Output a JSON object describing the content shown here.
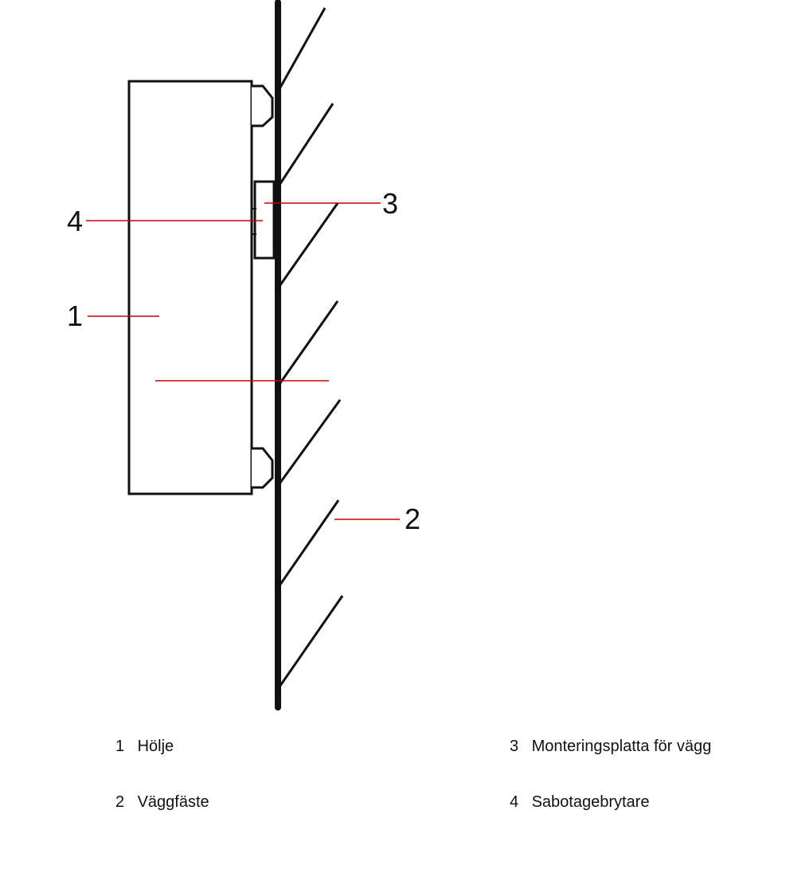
{
  "callouts": {
    "c1": "1",
    "c2": "2",
    "c3": "3",
    "c4": "4"
  },
  "legend": [
    {
      "number": "1",
      "label": "Hölje"
    },
    {
      "number": "2",
      "label": "Väggfäste"
    },
    {
      "number": "3",
      "label": "Monteringsplatta för vägg"
    },
    {
      "number": "4",
      "label": "Sabotagebrytare"
    }
  ],
  "colors": {
    "line": "#111111",
    "leader": "#cc0000",
    "background": "#ffffff"
  }
}
